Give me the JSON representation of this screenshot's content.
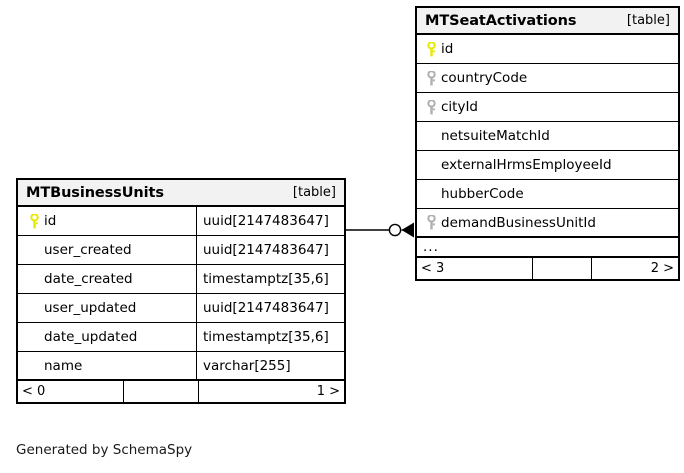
{
  "diagram": {
    "caption": "Generated by SchemaSpy",
    "kind_label": "[table]",
    "ellipsis": "...",
    "colors": {
      "primary_key": "#e8e800",
      "foreign_key": "#b0b0b0",
      "header_background": "#f2f2f2",
      "border": "#000000",
      "background": "#ffffff"
    }
  },
  "tables": {
    "business_units": {
      "name": "MTBusinessUnits",
      "kind": "[table]",
      "columns": [
        {
          "name": "id",
          "type": "uuid[2147483647]",
          "key": "primary"
        },
        {
          "name": "user_created",
          "type": "uuid[2147483647]",
          "key": "none"
        },
        {
          "name": "date_created",
          "type": "timestamptz[35,6]",
          "key": "none"
        },
        {
          "name": "user_updated",
          "type": "uuid[2147483647]",
          "key": "none"
        },
        {
          "name": "date_updated",
          "type": "timestamptz[35,6]",
          "key": "none"
        },
        {
          "name": "name",
          "type": "varchar[255]",
          "key": "none"
        }
      ],
      "footer": {
        "prev": "< 0",
        "middle": "",
        "next": "1 >"
      }
    },
    "seat_activations": {
      "name": "MTSeatActivations",
      "kind": "[table]",
      "columns": [
        {
          "name": "id",
          "key": "primary"
        },
        {
          "name": "countryCode",
          "key": "foreign"
        },
        {
          "name": "cityId",
          "key": "foreign"
        },
        {
          "name": "netsuiteMatchId",
          "key": "none"
        },
        {
          "name": "externalHrmsEmployeeId",
          "key": "none"
        },
        {
          "name": "hubberCode",
          "key": "none"
        },
        {
          "name": "demandBusinessUnitId",
          "key": "foreign"
        }
      ],
      "has_more_indicator": true,
      "footer": {
        "prev": "< 3",
        "middle": "",
        "next": "2 >"
      }
    }
  },
  "relationship": {
    "from_table": "MTBusinessUnits",
    "from_column": "id",
    "to_table": "MTSeatActivations",
    "to_column": "demandBusinessUnitId",
    "source_cardinality": "zero-or-one",
    "target_cardinality": "many"
  }
}
